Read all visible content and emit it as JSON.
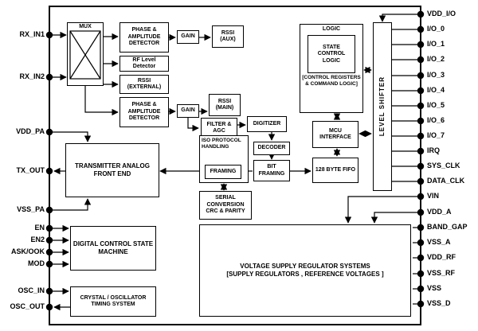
{
  "colors": {
    "ink": "#000000",
    "paper": "#ffffff"
  },
  "pins": {
    "left": [
      "RX_IN1",
      "RX_IN2",
      "VDD_PA",
      "TX_OUT",
      "VSS_PA",
      "EN",
      "EN2",
      "ASK/OOK",
      "MOD",
      "OSC_IN",
      "OSC_OUT"
    ],
    "right": [
      "VDD_I/O",
      "I/O_0",
      "I/O_1",
      "I/O_2",
      "I/O_3",
      "I/O_4",
      "I/O_5",
      "I/O_6",
      "I/O_7",
      "IRQ",
      "SYS_CLK",
      "DATA_CLK",
      "VIN",
      "VDD_A",
      "BAND_GAP",
      "VSS_A",
      "VDD_RF",
      "VSS_RF",
      "VSS",
      "VSS_D"
    ]
  },
  "blocks": {
    "mux": "MUX",
    "pad1": "PHASE & AMPLITUDE DETECTOR",
    "gain1": "GAIN",
    "rssi_aux": "RSSI (AUX)",
    "rf_level": "RF Level Detector",
    "rssi_ext": "RSSI (EXTERNAL)",
    "pad2": "PHASE & AMPLITUDE DETECTOR",
    "gain2": "GAIN",
    "rssi_main": "RSSI (MAIN)",
    "filter_agc": "FILTER & AGC",
    "digitizer": "DIGITIZER",
    "iso": "ISO PROTOCOL HANDLING",
    "framing": "FRAMING",
    "decoder": "DECODER",
    "bit_framing": "BIT FRAMING",
    "serial_conv": "SERIAL CONVERSION CRC & PARITY",
    "logic": "LOGIC",
    "state_control": "STATE CONTROL LOGIC",
    "control_registers": "[CONTROL REGISTERS & COMMAND LOGIC]",
    "mcu": "MCU INTERFACE",
    "fifo": "128 BYTE FIFO",
    "level_shifter": "LEVEL SHIFTER",
    "tx_afe": "TRANSMITTER ANALOG FRONT END",
    "dcsm": "DIGITAL CONTROL STATE MACHINE",
    "crystal": "CRYSTAL / OSCILLATOR TIMING SYSTEM",
    "regulator_line1": "VOLTAGE SUPPLY REGULATOR SYSTEMS",
    "regulator_line2": "[SUPPLY REGULATORS , REFERENCE VOLTAGES ]"
  }
}
